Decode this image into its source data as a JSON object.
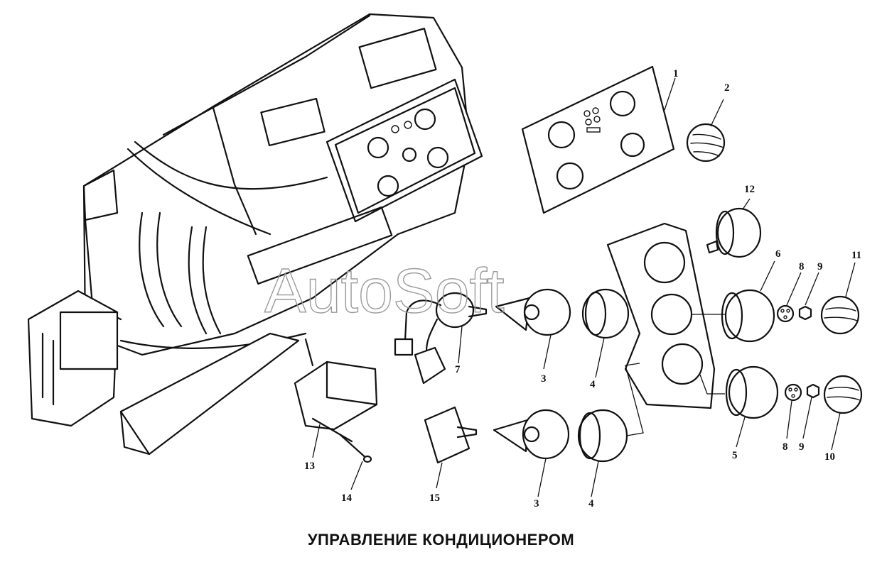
{
  "title": "УПРАВЛЕНИЕ КОНДИЦИОНЕРОМ",
  "watermark": "AutoSoft",
  "callouts": [
    "1",
    "2",
    "12",
    "6",
    "8",
    "9",
    "11",
    "7",
    "3",
    "4",
    "5",
    "8",
    "9",
    "10",
    "13",
    "14",
    "15",
    "3",
    "4"
  ]
}
